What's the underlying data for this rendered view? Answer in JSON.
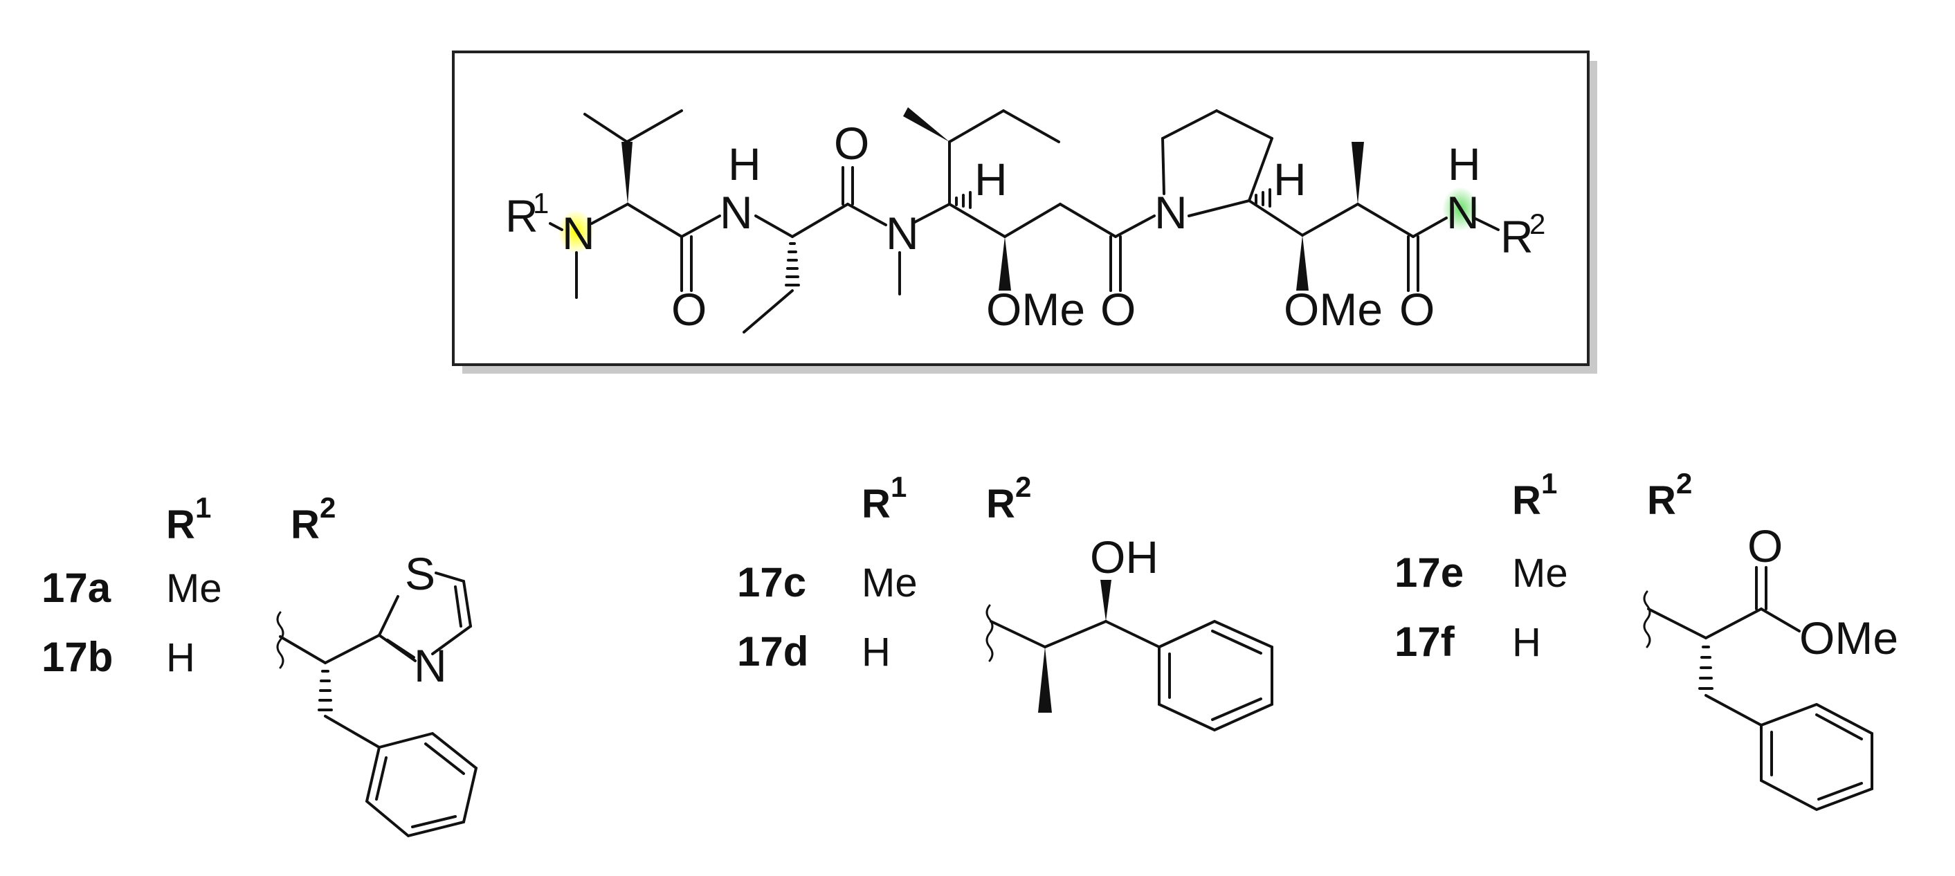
{
  "scaffold": {
    "r1_label": "R",
    "r1_sup": "1",
    "r2_label": "R",
    "r2_sup": "2",
    "methyl_ether_1": "OMe",
    "methyl_ether_2": "OMe",
    "atoms": {
      "nitrogen": "N",
      "oxygen": "O",
      "hydrogen": "H"
    },
    "highlight_colors": {
      "r1_nitrogen": "#ffff00",
      "r2_nitrogen": "#66dd66"
    }
  },
  "tables": [
    {
      "header_r1": "R",
      "header_r1_sup": "1",
      "header_r2": "R",
      "header_r2_sup": "2",
      "rows": [
        {
          "compound": "17a",
          "r1": "Me"
        },
        {
          "compound": "17b",
          "r1": "H"
        }
      ],
      "r2_atoms": {
        "s": "S",
        "n": "N"
      }
    },
    {
      "header_r1": "R",
      "header_r1_sup": "1",
      "header_r2": "R",
      "header_r2_sup": "2",
      "rows": [
        {
          "compound": "17c",
          "r1": "Me"
        },
        {
          "compound": "17d",
          "r1": "H"
        }
      ],
      "r2_atoms": {
        "oh": "OH"
      }
    },
    {
      "header_r1": "R",
      "header_r1_sup": "1",
      "header_r2": "R",
      "header_r2_sup": "2",
      "rows": [
        {
          "compound": "17e",
          "r1": "Me"
        },
        {
          "compound": "17f",
          "r1": "H"
        }
      ],
      "r2_atoms": {
        "o": "O",
        "ome": "OMe"
      }
    }
  ]
}
